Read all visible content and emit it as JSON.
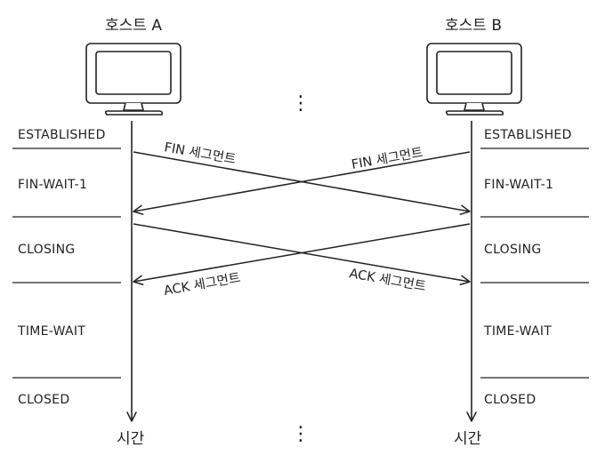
{
  "hosts": {
    "a": "호스트 A",
    "b": "호스트 B"
  },
  "states_a": [
    "ESTABLISHED",
    "FIN-WAIT-1",
    "CLOSING",
    "TIME-WAIT",
    "CLOSED"
  ],
  "states_b": [
    "ESTABLISHED",
    "FIN-WAIT-1",
    "CLOSING",
    "TIME-WAIT",
    "CLOSED"
  ],
  "segments": {
    "fin_a_to_b": "FIN 세그먼트",
    "fin_b_to_a": "FIN 세그먼트",
    "ack_b_to_a": "ACK 세그먼트",
    "ack_a_to_b": "ACK 세그먼트"
  },
  "time_label_a": "시간",
  "time_label_b": "시간",
  "ellipsis": "⋮"
}
